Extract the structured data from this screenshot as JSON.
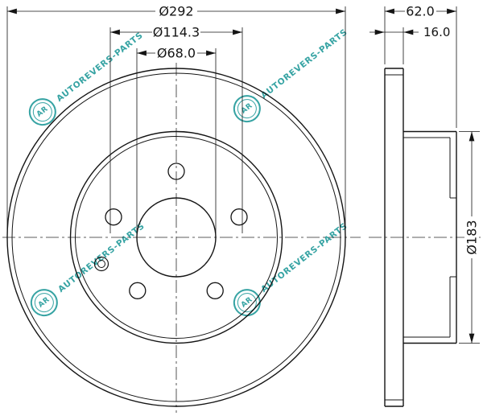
{
  "drawing": {
    "kind": "brake-disc-technical-drawing",
    "background": "#ffffff",
    "line_color": "#141414"
  },
  "front_view": {
    "dim_outer": "Ø292",
    "dim_bolt_circle": "Ø114.3",
    "dim_bore": "Ø68.0",
    "bolt_hole_count": 5
  },
  "side_view": {
    "dim_width": "62.0",
    "dim_thickness": "16.0",
    "dim_hat": "Ø183"
  },
  "watermark": {
    "text": "AUTOREVERS-PARTS",
    "logo": "AR",
    "color": "#2c9f9f"
  }
}
